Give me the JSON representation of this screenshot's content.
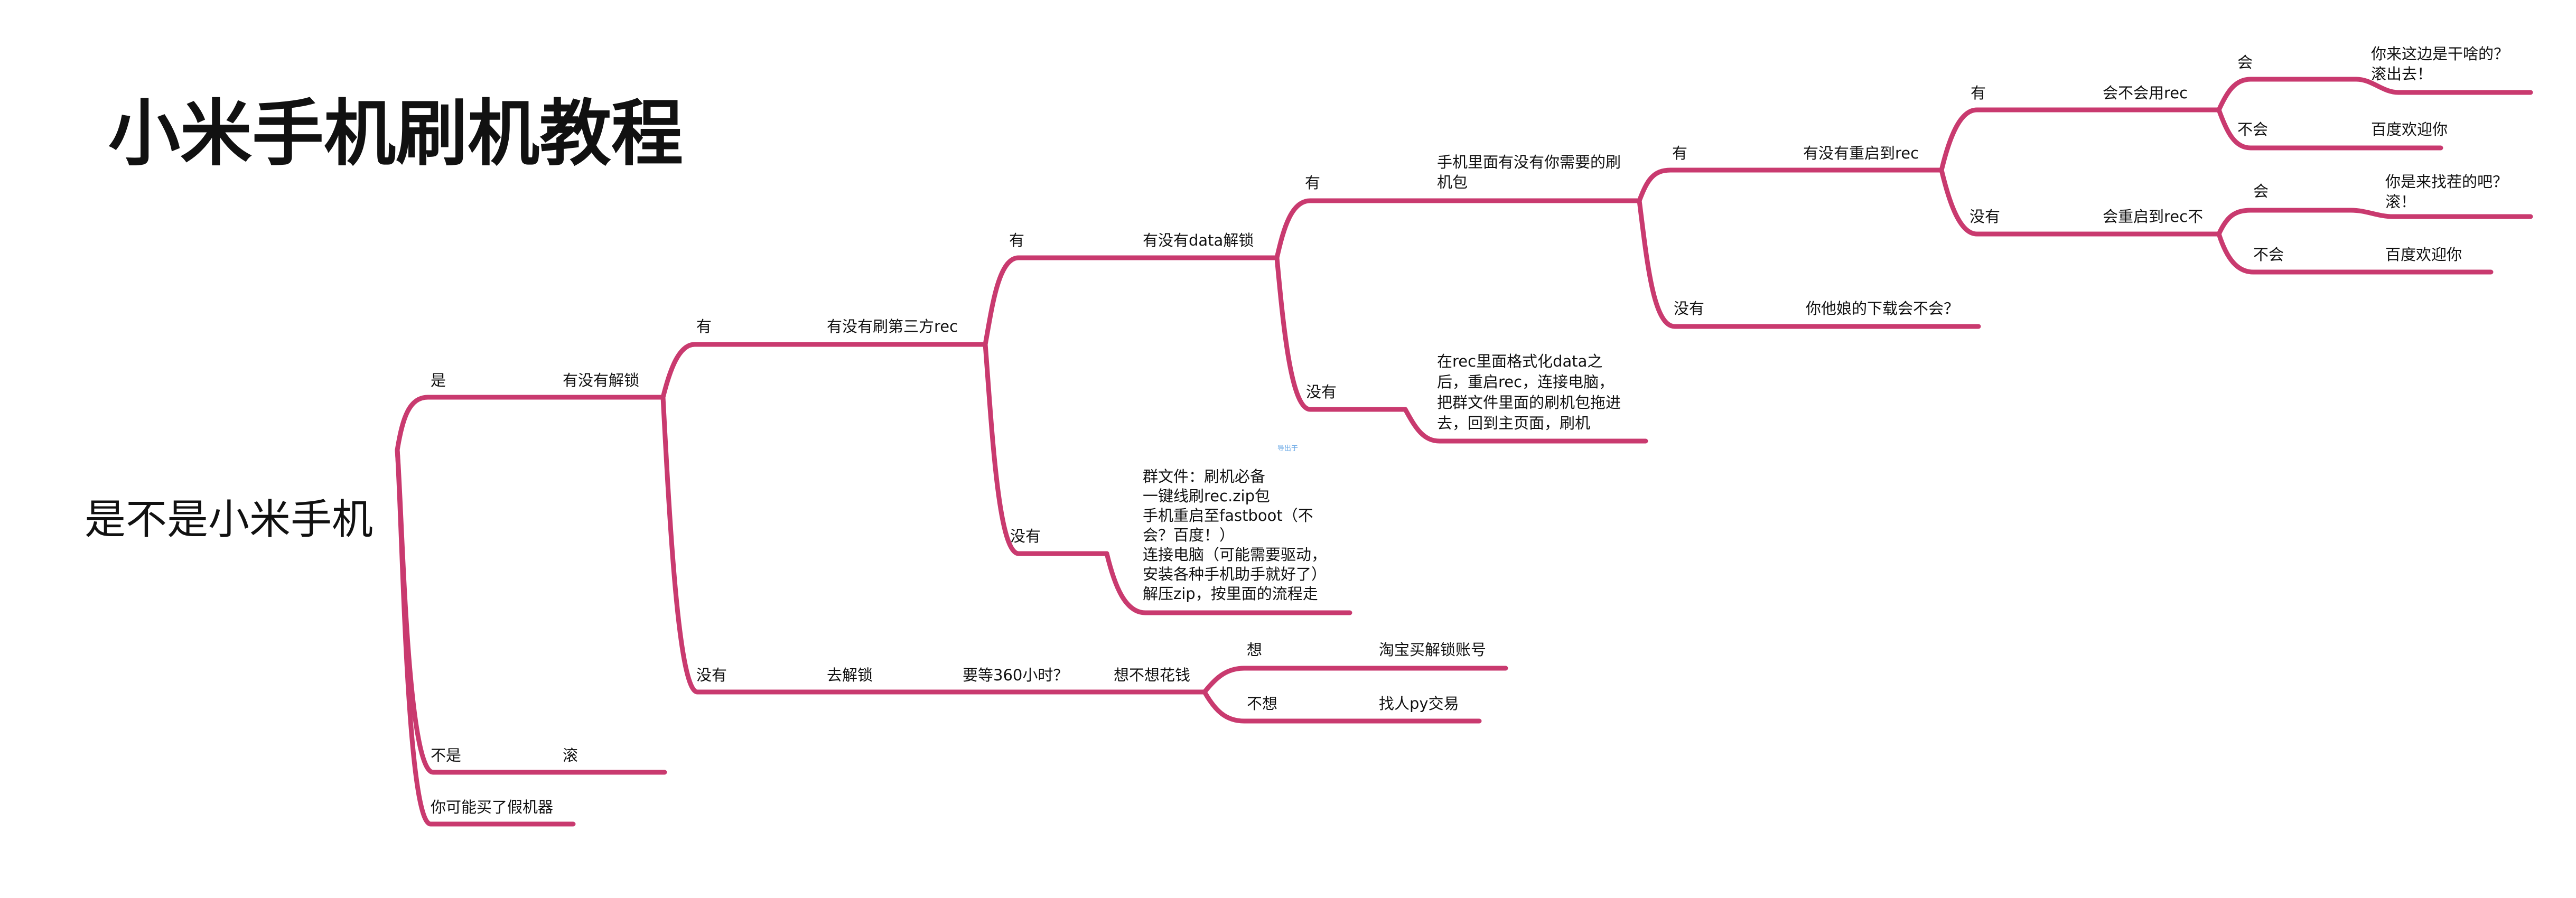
{
  "title": "小米手机刷机教程",
  "root": "是不是小米手机",
  "watermark": "导出于",
  "colors": {
    "branch": "#c93a6f",
    "text": "#111111",
    "background": "#ffffff",
    "watermark": "#6aa8e6"
  },
  "nodes": {
    "shi": "是",
    "jiesuo_q": "有没有解锁",
    "you1": "有",
    "rec_q": "有没有刷第三方rec",
    "you2": "有",
    "data_q": "有没有data解锁",
    "you3": "有",
    "pkg_q": [
      "手机里面有没有你需要的刷",
      "机包"
    ],
    "you4": "有",
    "reboot_q": "有没有重启到rec",
    "you5": "有",
    "userec_q": "会不会用rec",
    "hui1": "会",
    "leaf_hui1": [
      "你来这边是干啥的？",
      "滚出去！"
    ],
    "buhui1": "不会",
    "leaf_buhui1": "百度欢迎你",
    "meiyou5": "没有",
    "cango_q": "会重启到rec不",
    "hui2": "会",
    "leaf_hui2": [
      "你是来找茬的吧？",
      "滚！"
    ],
    "buhui2": "不会",
    "leaf_buhui2": "百度欢迎你",
    "meiyou4": "没有",
    "leaf_download": "你他娘的下载会不会？",
    "meiyou3": "没有",
    "leaf_format": [
      "在rec里面格式化data之",
      "后，重启rec，连接电脑，",
      "把群文件里面的刷机包拖进",
      "去，回到主页面，刷机"
    ],
    "meiyou2": "没有",
    "leaf_group": [
      "群文件：刷机必备",
      "一键线刷rec.zip包",
      "手机重启至fastboot（不",
      "会？百度！）",
      "连接电脑（可能需要驱动，",
      "安装各种手机助手就好了）",
      "解压zip，按里面的流程走"
    ],
    "meiyou1": "没有",
    "qu_jiesuo": "去解锁",
    "wait_q": "要等360小时？",
    "money_q": "想不想花钱",
    "xiang": "想",
    "leaf_taobao": "淘宝买解锁账号",
    "buxiang": "不想",
    "leaf_py": "找人py交易",
    "bushi": "不是",
    "leaf_gun": "滚",
    "leaf_fake": "你可能买了假机器"
  }
}
